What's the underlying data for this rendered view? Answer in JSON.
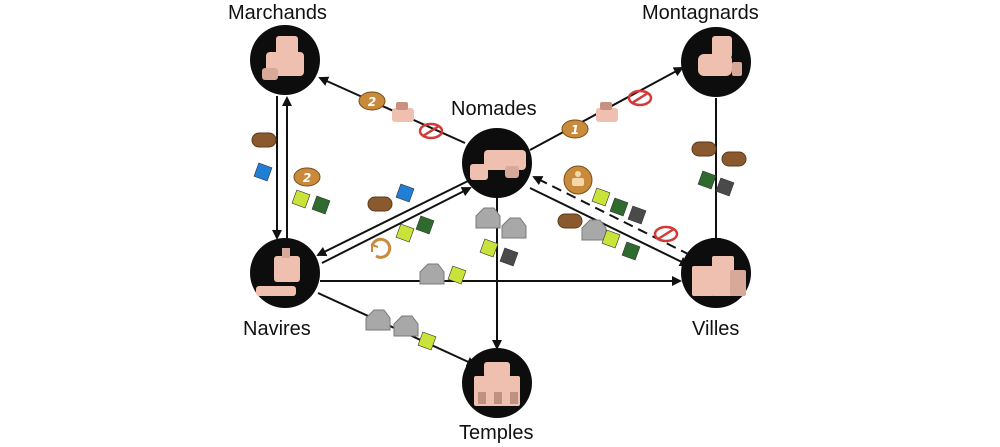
{
  "nodes": {
    "marchands": {
      "label": "Marchands"
    },
    "montagnards": {
      "label": "Montagnards"
    },
    "nomades": {
      "label": "Nomades"
    },
    "navires": {
      "label": "Navires"
    },
    "villes": {
      "label": "Villes"
    },
    "temples": {
      "label": "Temples"
    }
  },
  "edge_badges": {
    "nomades_to_marchands": "2",
    "nomades_to_montagnards": "1",
    "marchands_to_navires": "2"
  },
  "colors": {
    "node_fill": "#0d0d0d",
    "meeple": "#efc0b0",
    "wood": "#8a5a2e",
    "stone": "#a8a8a8",
    "cube_blue": "#1f7fd6",
    "cube_lime": "#c9e33a",
    "cube_green": "#2f6b2f",
    "cube_grey": "#4a4a4a",
    "coin": "#c98a3c",
    "forbid": "#d23a3a"
  },
  "icons": [
    "coin-icon",
    "forbid-icon",
    "wood-icon",
    "stone-icon",
    "cube-icon",
    "recycle-icon",
    "meeple-icon"
  ]
}
